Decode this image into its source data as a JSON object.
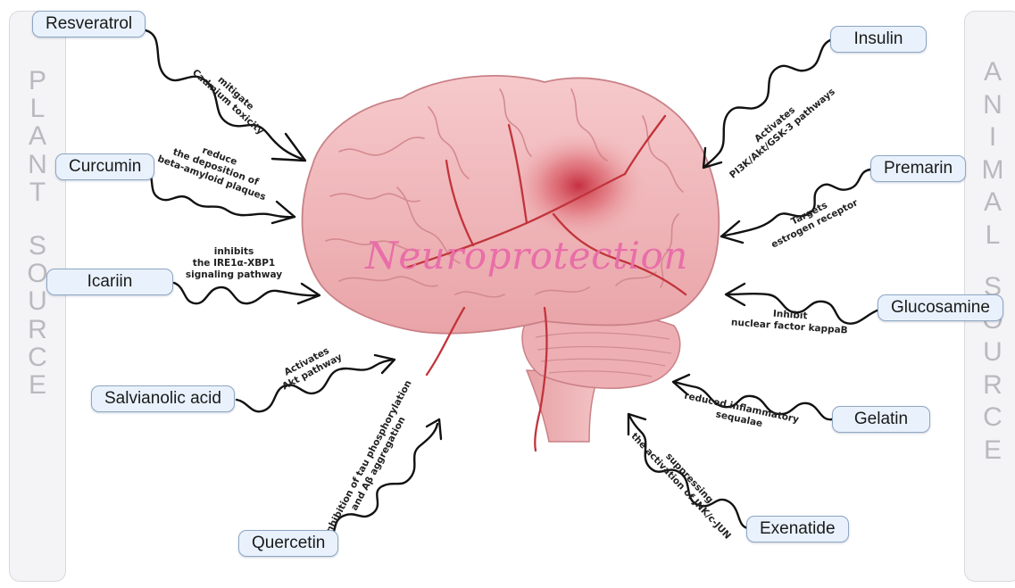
{
  "left_panel": {
    "letters": [
      "P",
      "L",
      "A",
      "N",
      "T",
      "",
      "S",
      "O",
      "U",
      "R",
      "C",
      "E"
    ]
  },
  "right_panel": {
    "letters": [
      "A",
      "N",
      "I",
      "M",
      "A",
      "L",
      "",
      "S",
      "O",
      "U",
      "R",
      "C",
      "E"
    ]
  },
  "center": {
    "title": "Neuroprotection"
  },
  "plant_sources": [
    {
      "name": "Resveratrol",
      "effect": [
        "mitigate",
        "Cadmium toxicity"
      ]
    },
    {
      "name": "Curcumin",
      "effect": [
        "reduce",
        "the deposition of",
        "beta-amyloid plaques"
      ]
    },
    {
      "name": "Icariin",
      "effect": [
        "inhibits",
        "the IRE1α-XBP1",
        "signaling pathway"
      ]
    },
    {
      "name": "Salvianolic acid",
      "effect": [
        "Activates",
        "Akt pathway"
      ]
    },
    {
      "name": "Quercetin",
      "effect": [
        "Inhibition of tau phosphorylation",
        "and Aβ aggregation"
      ]
    }
  ],
  "animal_sources": [
    {
      "name": "Insulin",
      "effect": [
        "Activates",
        "PI3K/Akt/GSK-3 pathways"
      ]
    },
    {
      "name": "Premarin",
      "effect": [
        "Targets",
        "estrogen receptor"
      ]
    },
    {
      "name": "Glucosamine",
      "effect": [
        "Inhibit",
        "nuclear factor kappaB"
      ]
    },
    {
      "name": "Gelatin",
      "effect": [
        "reduced inflammatory",
        "sequalae"
      ]
    },
    {
      "name": "Exenatide",
      "effect": [
        "suppressing",
        "the activation of JNK/c-JUN"
      ]
    }
  ],
  "colors": {
    "brain": "#f0b3b6",
    "vessel": "#c2343b",
    "title": "#e86ea8",
    "pill_border": "#8fa6c4",
    "pill_fill": "#e9f2fc"
  }
}
